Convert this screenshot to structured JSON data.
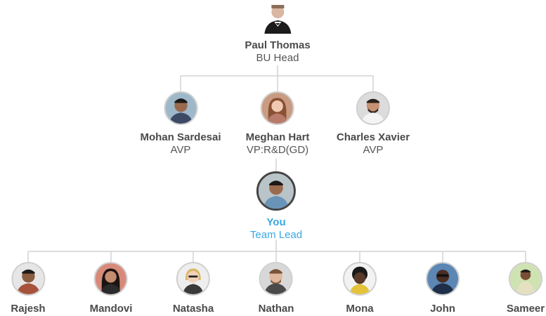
{
  "colors": {
    "connector": "#d2d2d2",
    "highlight": "#3aa7e4",
    "name": "#4a4a4a"
  },
  "head": {
    "name": "Paul Thomas",
    "title": "BU Head",
    "avatar_icon": "person-photo-icon"
  },
  "managers": [
    {
      "name": "Mohan Sardesai",
      "title": "AVP",
      "avatar_icon": "person-photo-icon"
    },
    {
      "name": "Meghan Hart",
      "title": "VP:R&D(GD)",
      "avatar_icon": "person-photo-icon"
    },
    {
      "name": "Charles Xavier",
      "title": "AVP",
      "avatar_icon": "person-photo-icon"
    }
  ],
  "current_user": {
    "name": "You",
    "title": "Team Lead",
    "avatar_icon": "person-photo-icon"
  },
  "team": [
    {
      "name": "Rajesh",
      "avatar_icon": "person-photo-icon"
    },
    {
      "name": "Mandovi",
      "avatar_icon": "person-photo-icon"
    },
    {
      "name": "Natasha",
      "avatar_icon": "person-photo-icon"
    },
    {
      "name": "Nathan",
      "avatar_icon": "person-photo-icon"
    },
    {
      "name": "Mona",
      "avatar_icon": "person-photo-icon"
    },
    {
      "name": "John",
      "avatar_icon": "person-photo-icon"
    },
    {
      "name": "Sameer",
      "avatar_icon": "person-photo-icon"
    }
  ]
}
